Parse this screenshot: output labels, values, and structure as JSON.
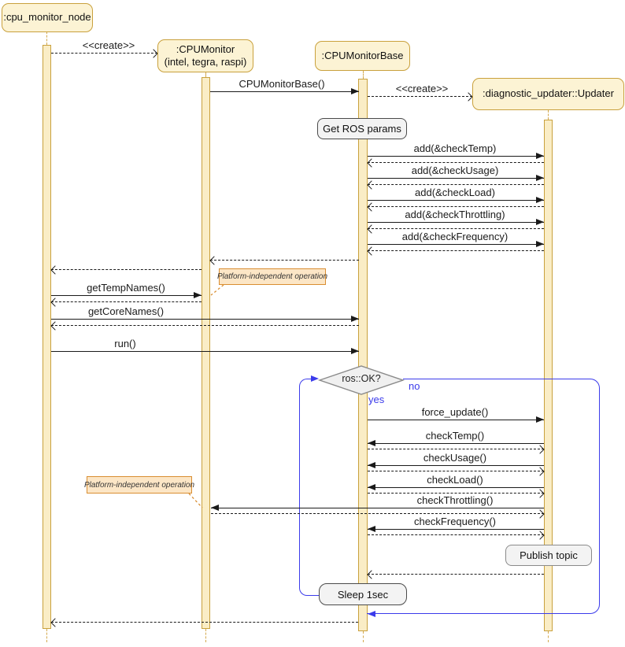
{
  "participants": {
    "node": {
      "label": ":cpu_monitor_node"
    },
    "monitor": {
      "label": ":CPUMonitor",
      "sublabel": "(intel, tegra, raspi)"
    },
    "base": {
      "label": ":CPUMonitorBase"
    },
    "updater": {
      "label": ":diagnostic_updater::Updater"
    }
  },
  "msg": {
    "create1": "<<create>>",
    "ctor": "CPUMonitorBase()",
    "create2": "<<create>>",
    "add_temp": "add(&checkTemp)",
    "add_usage": "add(&checkUsage)",
    "add_load": "add(&checkLoad)",
    "add_throttling": "add(&checkThrottling)",
    "add_frequency": "add(&checkFrequency)",
    "get_temp_names": "getTempNames()",
    "get_core_names": "getCoreNames()",
    "run": "run()",
    "force_update": "force_update()",
    "check_temp": "checkTemp()",
    "check_usage": "checkUsage()",
    "check_load": "checkLoad()",
    "check_throttling": "checkThrottling()",
    "check_frequency": "checkFrequency()"
  },
  "notes": {
    "get_ros_params": "Get ROS params",
    "platform_note_1": "Platform-independent operation",
    "platform_note_2": "Platform-independent operation",
    "publish_topic": "Publish topic",
    "sleep": "Sleep 1sec"
  },
  "loop": {
    "condition": "ros::OK?",
    "yes": "yes",
    "no": "no"
  },
  "colors": {
    "participant_fill": "#FCF3D4",
    "participant_border": "#C9A13D",
    "activation_fill": "#FAEDC6",
    "lifeline": "#D4A94E",
    "loop_frame": "#3B3BEB",
    "note_orange_fill": "#FCE6C6",
    "note_orange_border": "#D98E32",
    "note_gray_fill": "#F3F3F3",
    "message_line": "#1A1A1A"
  }
}
